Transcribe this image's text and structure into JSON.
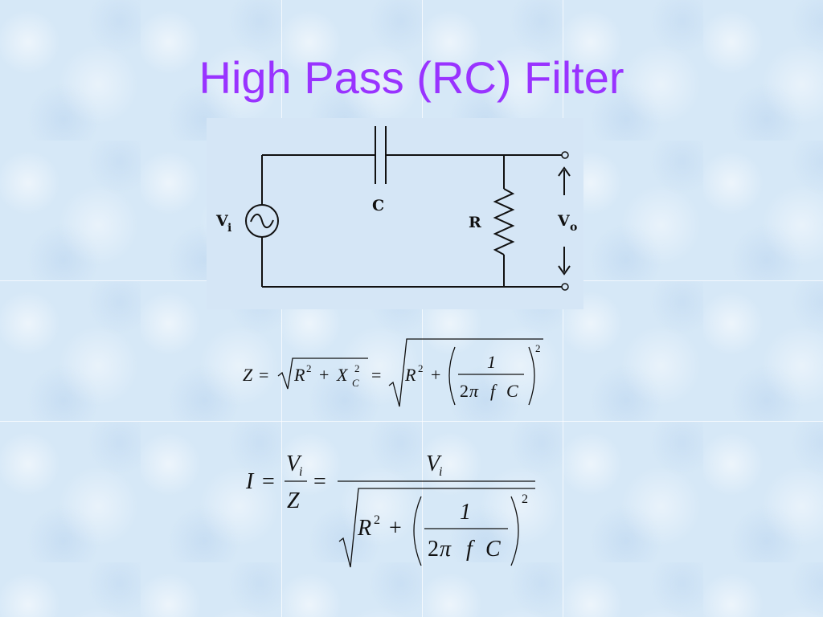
{
  "slide": {
    "title": "High Pass (RC) Filter",
    "title_color": "#9933ff",
    "background": "#d6e8f7"
  },
  "circuit": {
    "components": [
      "voltage-source",
      "capacitor",
      "resistor"
    ],
    "labels": {
      "vi_main": "V",
      "vi_sub": "i",
      "capacitor": "C",
      "resistor": "R",
      "vo_main": "V",
      "vo_sub": "o"
    }
  },
  "equations": {
    "impedance": {
      "lhs": "Z",
      "eq": "=",
      "r": "R",
      "exp": "2",
      "plus": "+",
      "x": "X",
      "x_sub": "C",
      "one": "1",
      "two": "2",
      "pi": "π",
      "f": "f",
      "c": "C"
    },
    "current": {
      "lhs": "I",
      "eq": "=",
      "v": "V",
      "v_sub": "i",
      "z": "Z",
      "r": "R",
      "exp": "2",
      "plus": "+",
      "one": "1",
      "two": "2",
      "pi": "π",
      "f": "f",
      "c": "C"
    }
  }
}
